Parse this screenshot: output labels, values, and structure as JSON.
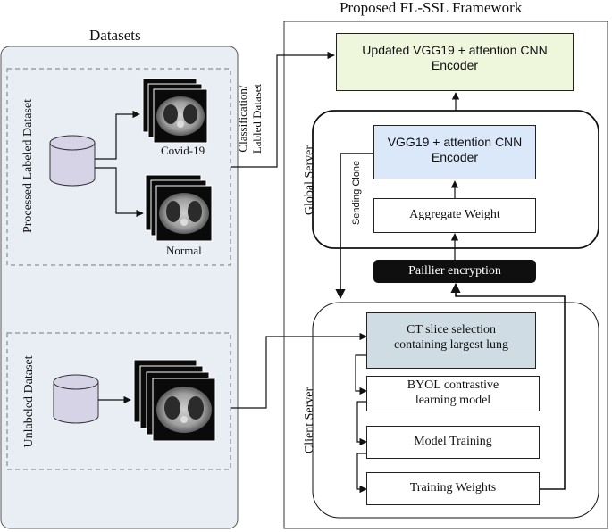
{
  "framework_title": "Proposed FL-SSL Framework",
  "datasets": {
    "title": "Datasets",
    "processed_label": "Processed Labeled Dataset",
    "unlabeled_label": "Unlabeled Dataset",
    "covid_label": "Covid-19",
    "normal_label": "Normal",
    "connector_label_1": "Classification/",
    "connector_label_2": "Labled Dataset"
  },
  "top_encoder": {
    "line1": "Updated VGG19 + attention CNN",
    "line2": "Encoder"
  },
  "global_server": {
    "label": "Global Server",
    "encoder_line1": "VGG19 + attention CNN",
    "encoder_line2": "Encoder",
    "aggregate": "Aggregate Weight",
    "sending_clone": "Sending Clone"
  },
  "paillier": "Paillier encryption",
  "client_server": {
    "label": "Client Server",
    "ct_line1": "CT slice selection",
    "ct_line2": "containing largest lung",
    "byol_line1": "BYOL contrastive",
    "byol_line2": "learning model",
    "model_training": "Model Training",
    "training_weights": "Training Weights"
  },
  "colors": {
    "datasets_bg": "#e9eef4",
    "top_encoder_fill": "#eef6dc",
    "encoder_fill": "#dae8fa",
    "ct_fill": "#cfdce4",
    "paillier_fill": "#0f0f0f",
    "cylinder_fill": "#d7d3e6"
  }
}
